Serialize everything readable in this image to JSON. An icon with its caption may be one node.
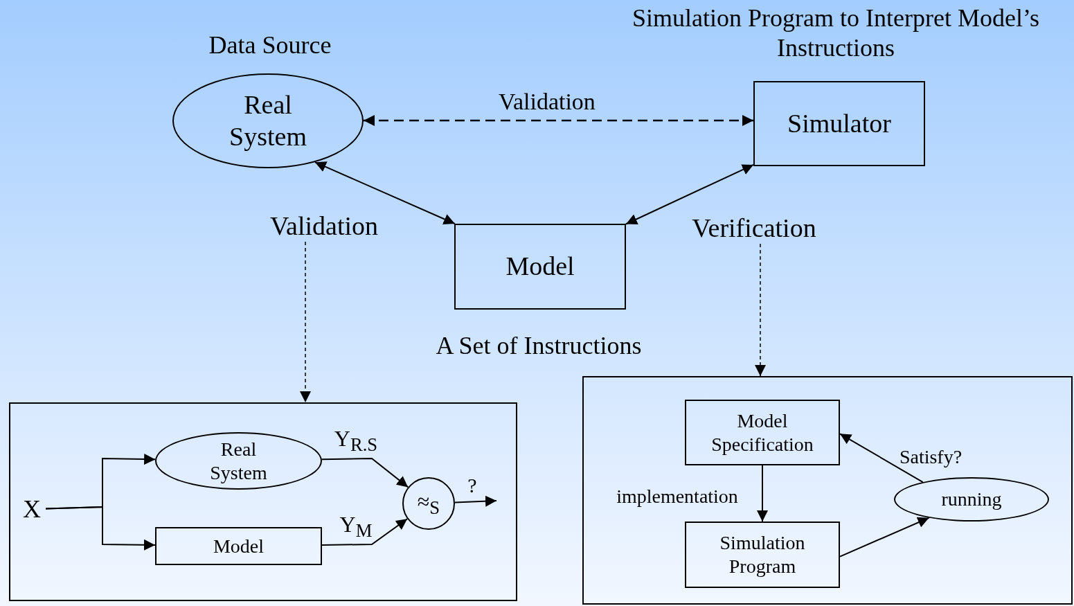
{
  "diagram": {
    "nodes": [
      {
        "text": [
          "Real System"
        ],
        "beside": [
          "Data Source"
        ]
      },
      {
        "text": [
          "Simulator"
        ],
        "beside": [
          "Simulation Program to Interpret Model’s Instructions"
        ]
      },
      {
        "text": [
          "Model"
        ],
        "beside": [
          "A Set of Instructions"
        ]
      },
      {
        "text": [
          "Validation"
        ]
      },
      {
        "text": [
          "Verification"
        ]
      },
      {
        "text": [],
        "shape": "box"
      },
      {
        "text": [],
        "shape": "box"
      },
      {
        "text": [
          "X"
        ],
        "in": 5
      },
      {
        "text": [
          "Real System"
        ],
        "in": 5
      },
      {
        "text": [
          "Model"
        ],
        "in": 5
      },
      {
        "text": [
          "≈$_{S}$"
        ],
        "in": 5
      },
      {
        "text": [
          "Model Specification"
        ],
        "in": 6
      },
      {
        "text": [
          "Simulation Program"
        ],
        "in": 6
      },
      {
        "text": [
          "running"
        ],
        "in": 6
      }
    ],
    "edges": [
      {
        "from": 0,
        "to": 1,
        "arrow": "both",
        "label": "Validation",
        "style": "dashed"
      },
      {
        "from": 0,
        "to": 2,
        "arrow": "both"
      },
      {
        "from": 2,
        "to": 1,
        "arrow": "both"
      },
      {
        "from": 3,
        "to": 5,
        "arrow": "to",
        "style": "dashed"
      },
      {
        "from": 4,
        "to": 6,
        "arrow": "to",
        "style": "dashed"
      },
      {
        "from": 7,
        "to": 8,
        "arrow": "to"
      },
      {
        "from": 7,
        "to": 9,
        "arrow": "to"
      },
      {
        "from": 8,
        "to": 10,
        "arrow": "to",
        "label": "Y$_{R.S}$"
      },
      {
        "from": 9,
        "to": 10,
        "arrow": "to",
        "label": "Y$_{M}$"
      },
      {
        "from": 10,
        "to": null,
        "arrow": "to",
        "label": "?"
      },
      {
        "from": 11,
        "to": 12,
        "arrow": "to",
        "label": "implementation"
      },
      {
        "from": 12,
        "to": 13,
        "arrow": "to"
      },
      {
        "from": 13,
        "to": 11,
        "arrow": "to",
        "label": "Satisfy?"
      }
    ]
  }
}
